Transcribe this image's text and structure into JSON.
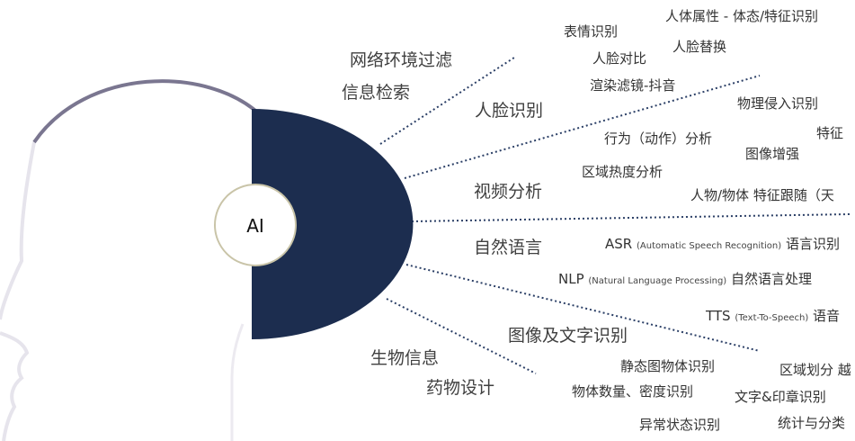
{
  "center": {
    "label": "AI"
  },
  "colors": {
    "navy": "#1c2d4f",
    "ring": "#c9c4a8",
    "head_outline": "#7a7690"
  },
  "categories": {
    "network_filter": "网络环境过滤",
    "info_retrieval": "信息检索",
    "face_recognition": "人脸识别",
    "video_analysis": "视频分析",
    "natural_language": "自然语言",
    "image_text_recognition": "图像及文字识别",
    "bio_info": "生物信息",
    "drug_design": "药物设计"
  },
  "face_items": {
    "expression": "表情识别",
    "body_attributes": "人体属性 - 体态/特征识别",
    "face_compare": "人脸对比",
    "face_swap": "人脸替换",
    "render_filter": "渲染滤镜-抖音"
  },
  "video_items": {
    "intrusion": "物理侵入识别",
    "behavior": "行为（动作）分析",
    "feature_partial": "特征",
    "image_enhance": "图像增强",
    "heatmap": "区域热度分析",
    "tracking": "人物/物体 特征跟随（天"
  },
  "language_items": {
    "asr_prefix": "ASR",
    "asr_full": "(Automatic Speech Recognition)",
    "asr_suffix": "语言识别",
    "nlp_prefix": "NLP",
    "nlp_full": "(Natural Language Processing)",
    "nlp_suffix": "自然语言处理",
    "tts_prefix": "TTS",
    "tts_full": "(Text-To-Speech)",
    "tts_suffix": "语音"
  },
  "image_items": {
    "static_object": "静态图物体识别",
    "region_divide": "区域划分 越",
    "count_density": "物体数量、密度识别",
    "text_stamp": "文字&印章识别",
    "anomaly": "异常状态识别",
    "stats_classify": "统计与分类"
  }
}
